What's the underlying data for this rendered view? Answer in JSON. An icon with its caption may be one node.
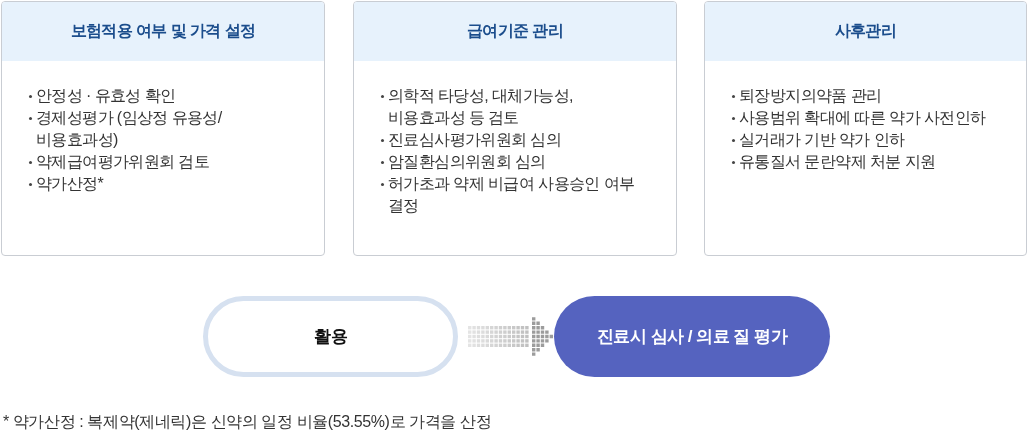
{
  "diagram": {
    "nodes": [
      {
        "text": [
          "보험적용 여부 및 가격 설정",
          "안정성 · 유효성 확인",
          "경제성평가 (임상정 유용성/ 비용효과성)",
          "약제급여평가위원회 검토",
          "약가산정*"
        ]
      },
      {
        "text": [
          "급여기준 관리",
          "의학적 타당성, 대체가능성, 비용효과성 등 검토",
          "진료심사평가위원회 심의",
          "암질환심의위원회 심의",
          "허가초과 약제 비급여 사용승인 여부 결정"
        ]
      },
      {
        "text": [
          "사후관리",
          "퇴장방지의약품 관리",
          "사용범위 확대에 따른 약가 사전인하",
          "실거래가 기반 약가 인하",
          "유통질서 문란약제 처분 지원"
        ]
      },
      {
        "text": [
          "활용"
        ]
      },
      {
        "text": [
          "진료시 심사 / 의료 질 평가"
        ]
      }
    ],
    "edges": [
      {
        "from": 3,
        "to": 4,
        "arrow": "to"
      }
    ],
    "labels": [
      "* 약가산정 : 복제약(제네릭)은 신약의 일정 비율(53.55%)로 가격을 산정"
    ]
  }
}
